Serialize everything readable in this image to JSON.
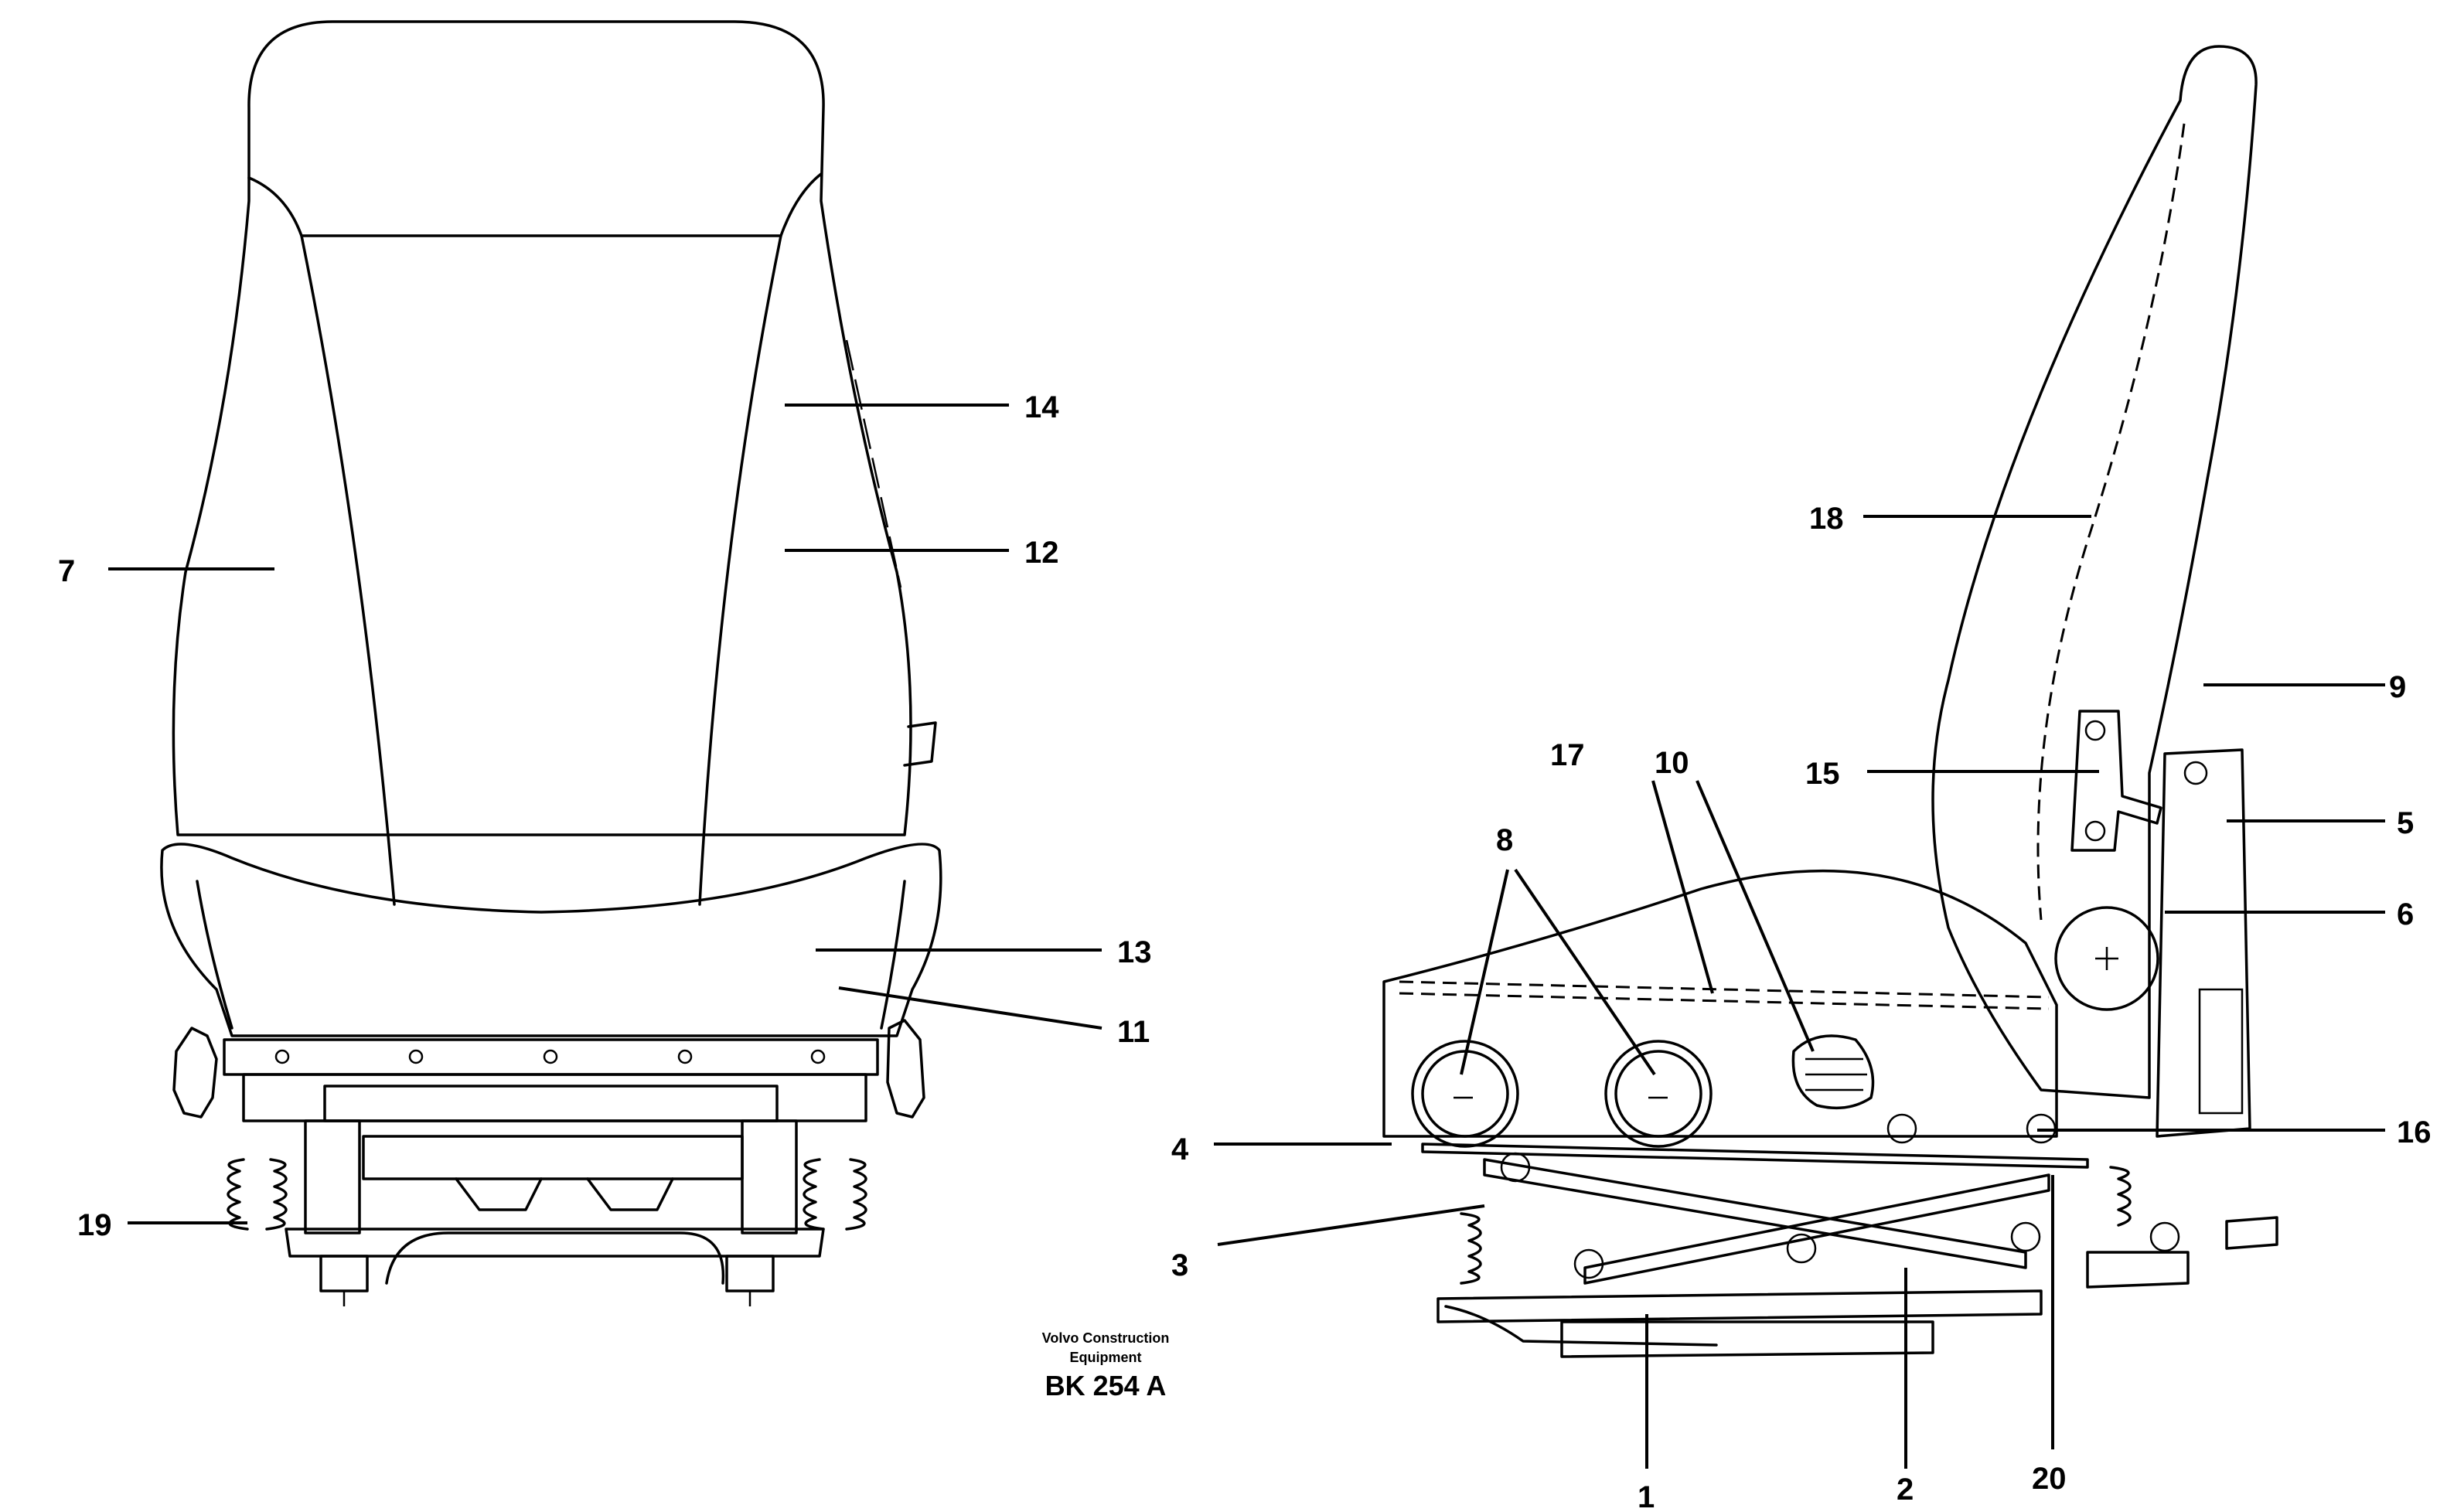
{
  "callouts": {
    "c1": "1",
    "c2": "2",
    "c3": "3",
    "c4": "4",
    "c5": "5",
    "c6": "6",
    "c7": "7",
    "c8": "8",
    "c9": "9",
    "c10": "10",
    "c11": "11",
    "c12": "12",
    "c13": "13",
    "c14": "14",
    "c15": "15",
    "c16": "16",
    "c17": "17",
    "c18": "18",
    "c19": "19",
    "c20": "20"
  },
  "caption": {
    "maker_line1": "Volvo Construction",
    "maker_line2": "Equipment",
    "code": "BK 254 A"
  },
  "colors": {
    "ink": "#000000",
    "paper": "#ffffff"
  }
}
